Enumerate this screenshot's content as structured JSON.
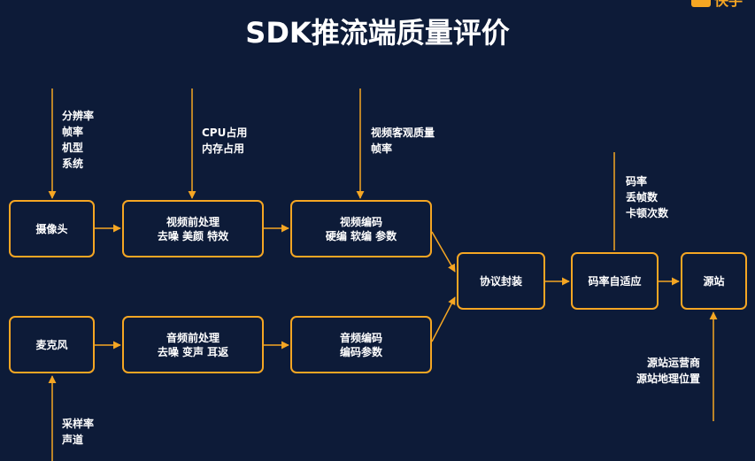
{
  "title": "SDK推流端质量评价",
  "logo_text": "快手",
  "colors": {
    "background": "#0d1b38",
    "accent": "#f5a623",
    "text": "#ffffff"
  },
  "nodes": {
    "camera": {
      "lines": [
        "摄像头"
      ]
    },
    "video_pre": {
      "lines": [
        "视频前处理",
        "去噪 美颜 特效"
      ]
    },
    "video_enc": {
      "lines": [
        "视频编码",
        "硬编 软编 参数"
      ]
    },
    "mic": {
      "lines": [
        "麦克风"
      ]
    },
    "audio_pre": {
      "lines": [
        "音频前处理",
        "去噪 变声 耳返"
      ]
    },
    "audio_enc": {
      "lines": [
        "音频编码",
        "编码参数"
      ]
    },
    "protocol": {
      "lines": [
        "协议封装"
      ]
    },
    "bitrate": {
      "lines": [
        "码率自适应"
      ]
    },
    "origin": {
      "lines": [
        "源站"
      ]
    }
  },
  "annotations": {
    "camera": [
      "分辨率",
      "帧率",
      "机型",
      "系统"
    ],
    "video_pre": [
      "CPU占用",
      "内存占用"
    ],
    "video_enc": [
      "视频客观质量",
      "帧率"
    ],
    "bitrate": [
      "码率",
      "丢帧数",
      "卡顿次数"
    ],
    "origin": [
      "源站运营商",
      "源站地理位置"
    ],
    "mic": [
      "采样率",
      "声道"
    ]
  }
}
